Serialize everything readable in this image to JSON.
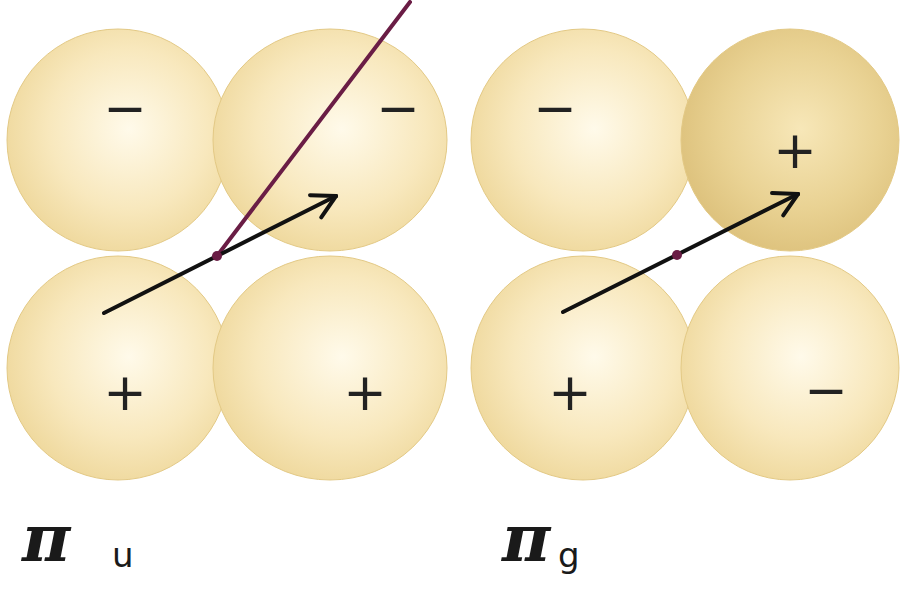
{
  "diagram": {
    "nodes": [
      {
        "text": [
          "−"
        ]
      },
      {
        "text": [
          "−"
        ]
      },
      {
        "text": [
          "+"
        ]
      },
      {
        "text": [
          "+"
        ]
      },
      {
        "text": [
          "−"
        ]
      },
      {
        "text": [
          "+"
        ]
      },
      {
        "text": [
          "+"
        ]
      },
      {
        "text": [
          "−"
        ]
      }
    ],
    "labels": [
      "π",
      "u",
      "π",
      "g"
    ]
  }
}
